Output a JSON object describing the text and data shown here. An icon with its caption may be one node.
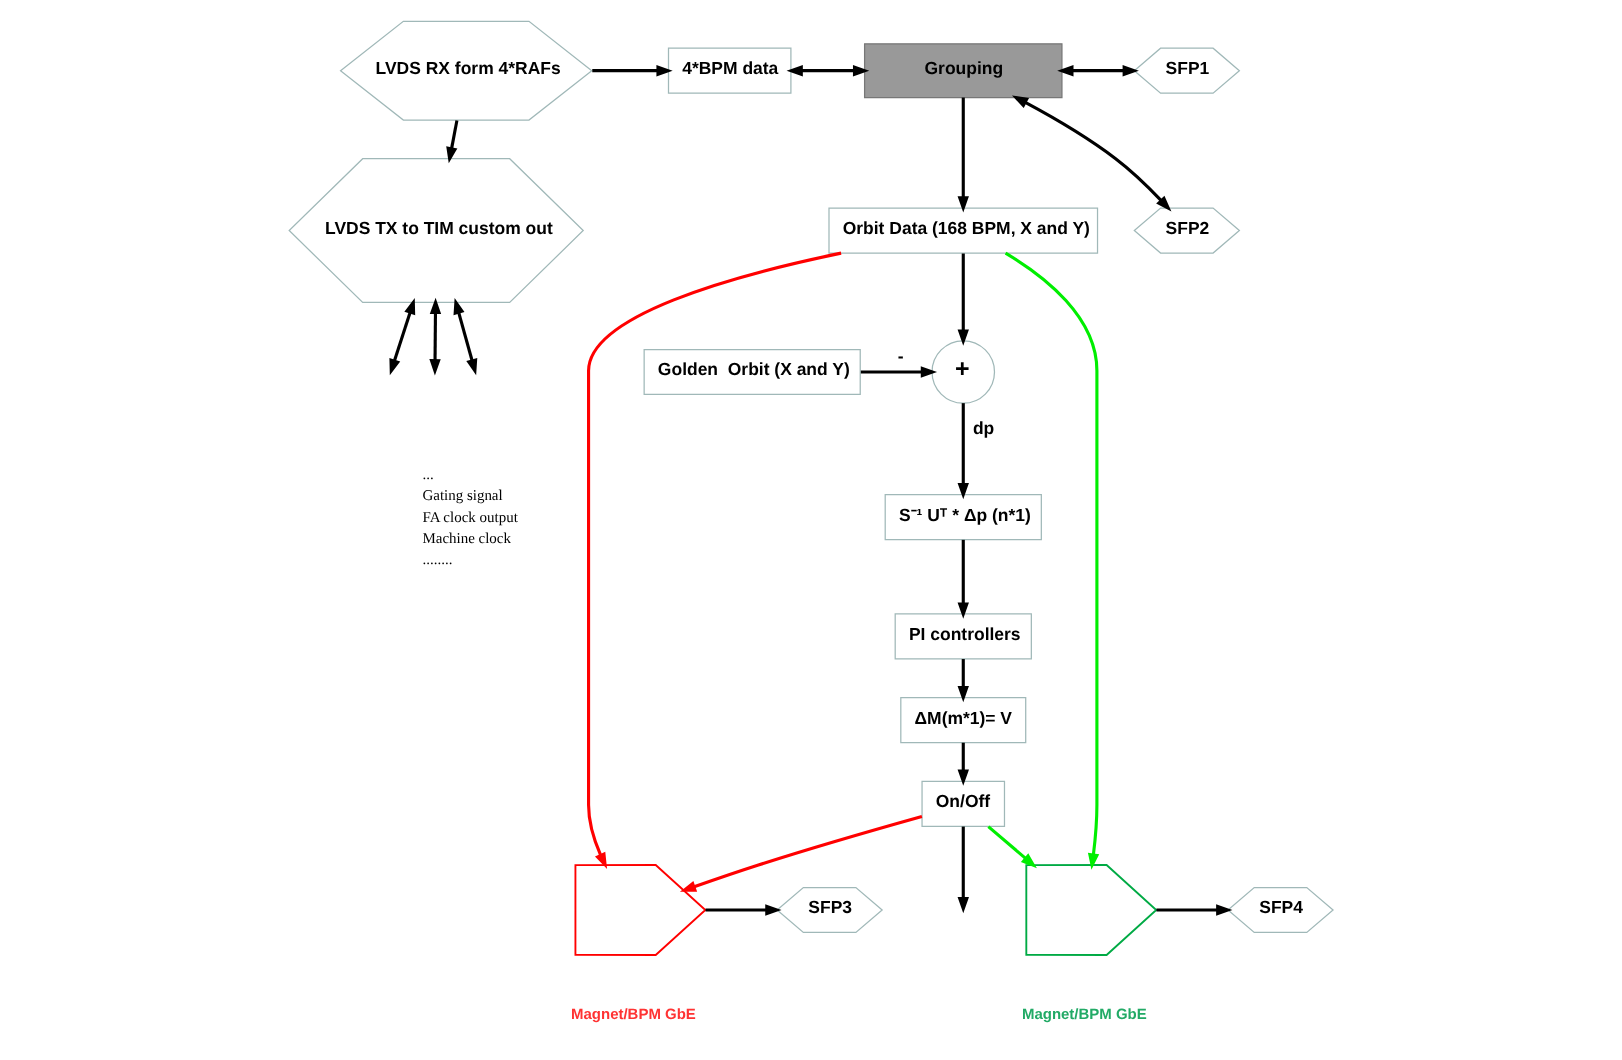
{
  "diagram": {
    "nodes": [
      {
        "text": [
          "LVDS RX form 4*RAFs"
        ]
      },
      {
        "text": [
          "4*BPM data"
        ]
      },
      {
        "text": [
          "Grouping"
        ]
      },
      {
        "text": [
          "SFP1"
        ]
      },
      {
        "text": [
          "SFP2"
        ]
      },
      {
        "text": [
          "LVDS TX to TIM custom out"
        ]
      },
      {
        "text": [
          "Orbit Data (168 BPM, X and Y)"
        ]
      },
      {
        "text": [
          "Golden  Orbit (X and Y)"
        ]
      },
      {
        "text": [
          "+"
        ]
      },
      {
        "text": [
          "S⁻¹ Uᵀ * Δp (n*1)"
        ]
      },
      {
        "text": [
          "PI controllers"
        ]
      },
      {
        "text": [
          "ΔM(m*1)= V"
        ]
      },
      {
        "text": [
          "On/Off"
        ]
      },
      {
        "text": [],
        "shape": "pentagon",
        "beside": [
          "Magnet/BPM GbE"
        ]
      },
      {
        "text": [
          "SFP3"
        ]
      },
      {
        "text": [],
        "shape": "pentagon",
        "beside": [
          "Magnet/BPM GbE"
        ]
      },
      {
        "text": [
          "SFP4"
        ]
      }
    ],
    "edges": [
      {
        "from": 0,
        "to": 1,
        "arrow": "to"
      },
      {
        "from": 0,
        "to": 5,
        "arrow": "to"
      },
      {
        "from": 1,
        "to": 2,
        "arrow": "both"
      },
      {
        "from": 2,
        "to": 3,
        "arrow": "both"
      },
      {
        "from": 2,
        "to": 4,
        "arrow": "both"
      },
      {
        "from": 2,
        "to": 6,
        "arrow": "to"
      },
      {
        "from": 6,
        "to": 8,
        "arrow": "to"
      },
      {
        "from": 7,
        "to": 8,
        "label": "-",
        "arrow": "to"
      },
      {
        "from": 8,
        "to": 9,
        "label": "dp",
        "arrow": "to"
      },
      {
        "from": 9,
        "to": 10,
        "arrow": "to"
      },
      {
        "from": 10,
        "to": 11,
        "arrow": "to"
      },
      {
        "from": 11,
        "to": 12,
        "arrow": "to"
      },
      {
        "from": 12,
        "to": null,
        "arrow": "to"
      },
      {
        "from": 6,
        "to": 13,
        "arrow": "to",
        "color": "#ff0000"
      },
      {
        "from": 12,
        "to": 13,
        "arrow": "to",
        "color": "#ff0000"
      },
      {
        "from": 6,
        "to": 15,
        "arrow": "to",
        "color": "#00ee00"
      },
      {
        "from": 12,
        "to": 15,
        "arrow": "to",
        "color": "#00ee00"
      },
      {
        "from": 13,
        "to": 14,
        "arrow": "to"
      },
      {
        "from": 15,
        "to": 16,
        "arrow": "to"
      },
      {
        "from": 5,
        "to": null,
        "arrow": "both"
      },
      {
        "from": 5,
        "to": null,
        "arrow": "both"
      },
      {
        "from": 5,
        "to": null,
        "arrow": "both"
      }
    ],
    "labels": [
      "...",
      "Gating signal",
      "FA clock output",
      "Machine clock",
      "........"
    ]
  }
}
